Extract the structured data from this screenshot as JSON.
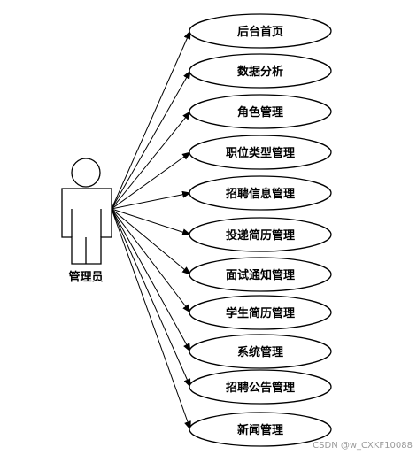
{
  "actor": {
    "label": "管理员"
  },
  "use_cases": [
    {
      "label": "后台首页"
    },
    {
      "label": "数据分析"
    },
    {
      "label": "角色管理"
    },
    {
      "label": "职位类型管理"
    },
    {
      "label": "招聘信息管理"
    },
    {
      "label": "投递简历管理"
    },
    {
      "label": "面试通知管理"
    },
    {
      "label": "学生简历管理"
    },
    {
      "label": "系统管理"
    },
    {
      "label": "招聘公告管理"
    },
    {
      "label": "新闻管理"
    }
  ],
  "watermark": "CSDN @w_CXKF10088",
  "colors": {
    "stroke": "#000000",
    "background": "#ffffff",
    "watermark": "#9a9a9a"
  }
}
